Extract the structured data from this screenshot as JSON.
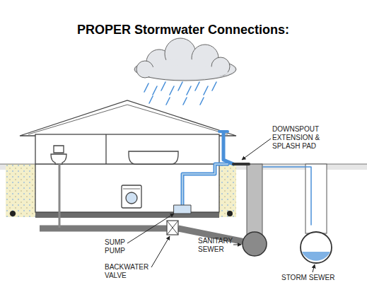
{
  "diagram": {
    "title": "PROPER Stormwater Connections:",
    "labels": [
      "DOWNSPOUT EXTENSION & SPLASH PAD",
      "SUMP PUMP",
      "BACKWATER VALVE",
      "SANITARY SEWER",
      "STORM SEWER"
    ]
  }
}
